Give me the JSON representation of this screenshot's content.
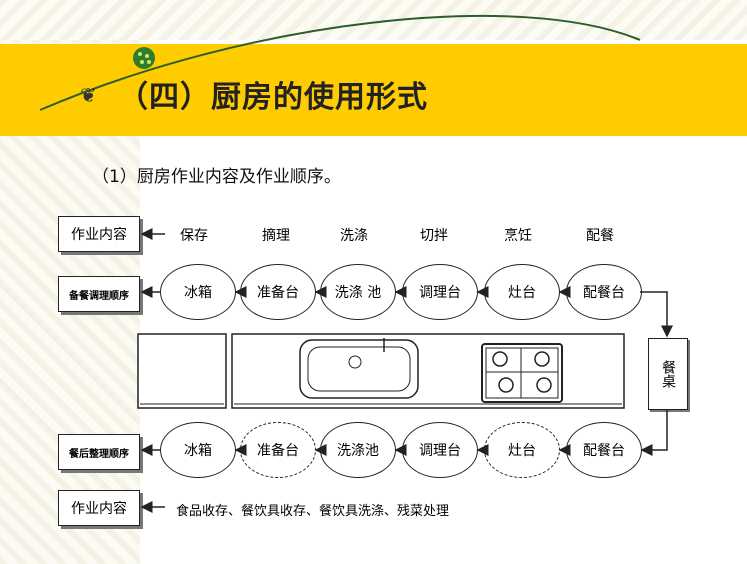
{
  "title": "（四）厨房的使用形式",
  "subtitle": "（1）厨房作业内容及作业顺序。",
  "top_label": "作业内容",
  "steps": [
    "保存",
    "摘理",
    "洗涤",
    "切拌",
    "烹饪",
    "配餐"
  ],
  "prep_label": "备餐调理顺序",
  "prep_nodes": [
    "冰箱",
    "准备台",
    "洗涤 池",
    "调理台",
    "灶台",
    "配餐台"
  ],
  "table_label": "餐桌",
  "cleanup_label": "餐后整理顺序",
  "cleanup_nodes": [
    "冰箱",
    "准备台",
    "洗涤池",
    "调理台",
    "灶台",
    "配餐台"
  ],
  "bottom_label": "作业内容",
  "bottom_text": "食品收存、餐饮具收存、餐饮具洗涤、残菜处理"
}
